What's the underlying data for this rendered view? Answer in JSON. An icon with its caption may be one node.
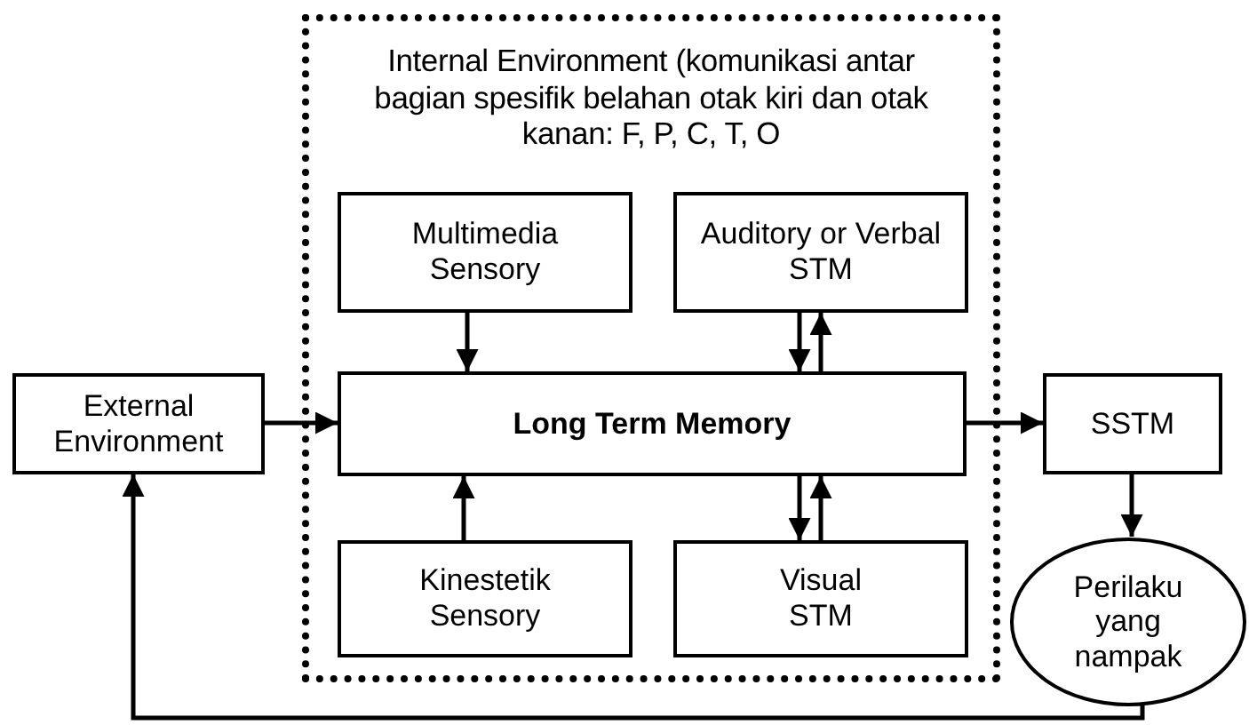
{
  "diagram": {
    "nodes": [
      {
        "text": [
          "Internal Environment (komunikasi antar bagian spesifik belahan otak kiri dan otak kanan: F, P, C, T, O"
        ]
      },
      {
        "text": [
          "Multimedia Sensory"
        ],
        "in": 0
      },
      {
        "text": [
          "Auditory or Verbal STM"
        ],
        "in": 0
      },
      {
        "text": [
          "Long Term Memory"
        ],
        "in": 0
      },
      {
        "text": [
          "Kinestetik Sensory"
        ],
        "in": 0
      },
      {
        "text": [
          "Visual STM"
        ],
        "in": 0
      },
      {
        "text": [
          "External Environment"
        ]
      },
      {
        "text": [
          "SSTM"
        ]
      },
      {
        "text": [
          "Perilaku yang nampak"
        ]
      }
    ],
    "edges": [
      {
        "from": 6,
        "to": 3,
        "arrow": "to"
      },
      {
        "from": 1,
        "to": 3,
        "arrow": "to"
      },
      {
        "from": 2,
        "to": 3,
        "arrow": "to"
      },
      {
        "from": 3,
        "to": 2,
        "arrow": "to"
      },
      {
        "from": 4,
        "to": 3,
        "arrow": "to"
      },
      {
        "from": 3,
        "to": 5,
        "arrow": "to"
      },
      {
        "from": 5,
        "to": 3,
        "arrow": "to"
      },
      {
        "from": 3,
        "to": 7,
        "arrow": "to"
      },
      {
        "from": 7,
        "to": 8,
        "arrow": "to"
      },
      {
        "from": 8,
        "to": 6,
        "arrow": "to"
      }
    ]
  }
}
